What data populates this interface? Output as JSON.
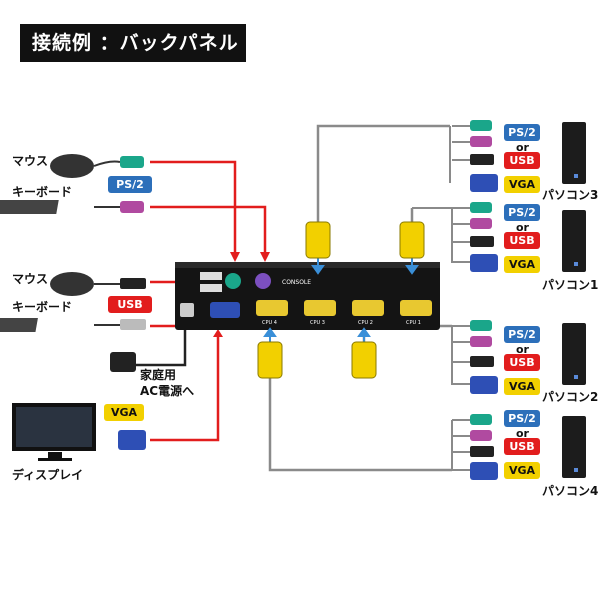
{
  "title": "接続例 ：バックパネル",
  "left_devices": {
    "mouse_top": "マウス",
    "keyboard_top": "キーボード",
    "mouse_bottom": "マウス",
    "keyboard_bottom": "キーボード",
    "badge_ps2": "PS/2",
    "badge_usb": "USB",
    "power": "家庭用\nAC電源へ",
    "power_line1": "家庭用",
    "power_line2": "AC電源へ",
    "display": "ディスプレイ",
    "badge_vga": "VGA"
  },
  "kvm": {
    "console_label": "CONSOLE",
    "port_labels": [
      "CPU 4",
      "CPU 3",
      "CPU 2",
      "CPU 1"
    ]
  },
  "pcs": [
    {
      "name": "パソコン3",
      "badges": [
        "PS/2",
        "or",
        "USB",
        "VGA"
      ]
    },
    {
      "name": "パソコン1",
      "badges": [
        "PS/2",
        "or",
        "USB",
        "VGA"
      ]
    },
    {
      "name": "パソコン2",
      "badges": [
        "PS/2",
        "or",
        "USB",
        "VGA"
      ]
    },
    {
      "name": "パソコン4",
      "badges": [
        "PS/2",
        "or",
        "USB",
        "VGA"
      ]
    }
  ],
  "colors": {
    "red_line": "#e21d1d",
    "gray_line": "#8a8a8a",
    "blue_arrow": "#3a8fd8",
    "ps2_blue": "#2c6fba",
    "usb_red": "#e21d1d",
    "vga_yellow": "#f2d000",
    "vga_blue": "#2e4fb5",
    "ps2_green": "#1aa68a",
    "ps2_purple": "#b04aa0"
  }
}
